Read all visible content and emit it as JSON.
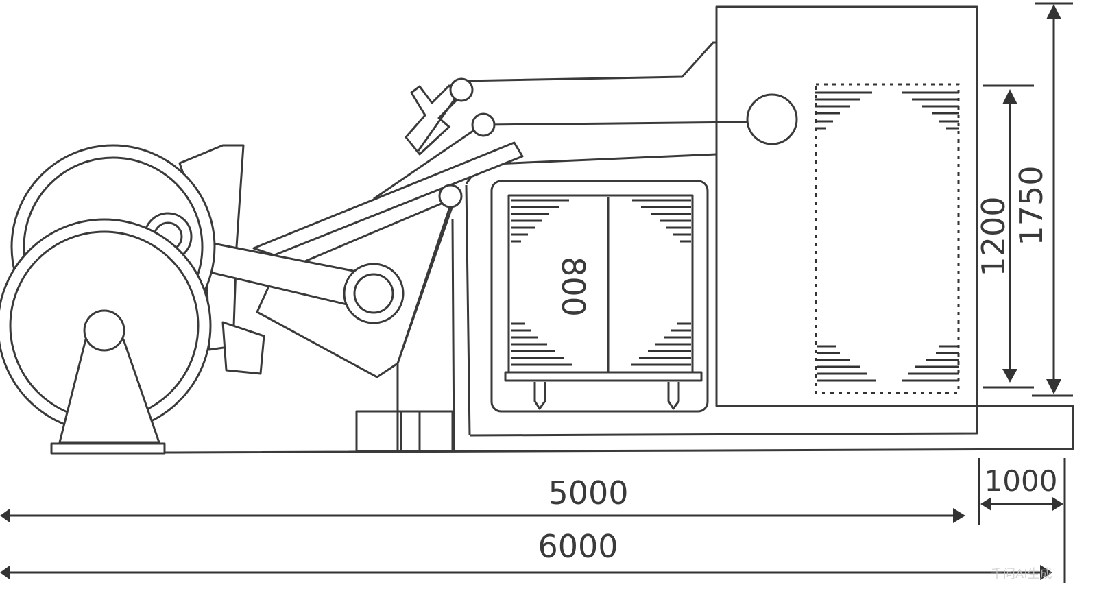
{
  "diagram": {
    "dimensions": {
      "total_length": "6000",
      "machine_length": "5000",
      "extension_length": "1000",
      "total_height": "1750",
      "inner_height": "1200",
      "cart_width": "800"
    },
    "watermark": "千问AI生成"
  }
}
